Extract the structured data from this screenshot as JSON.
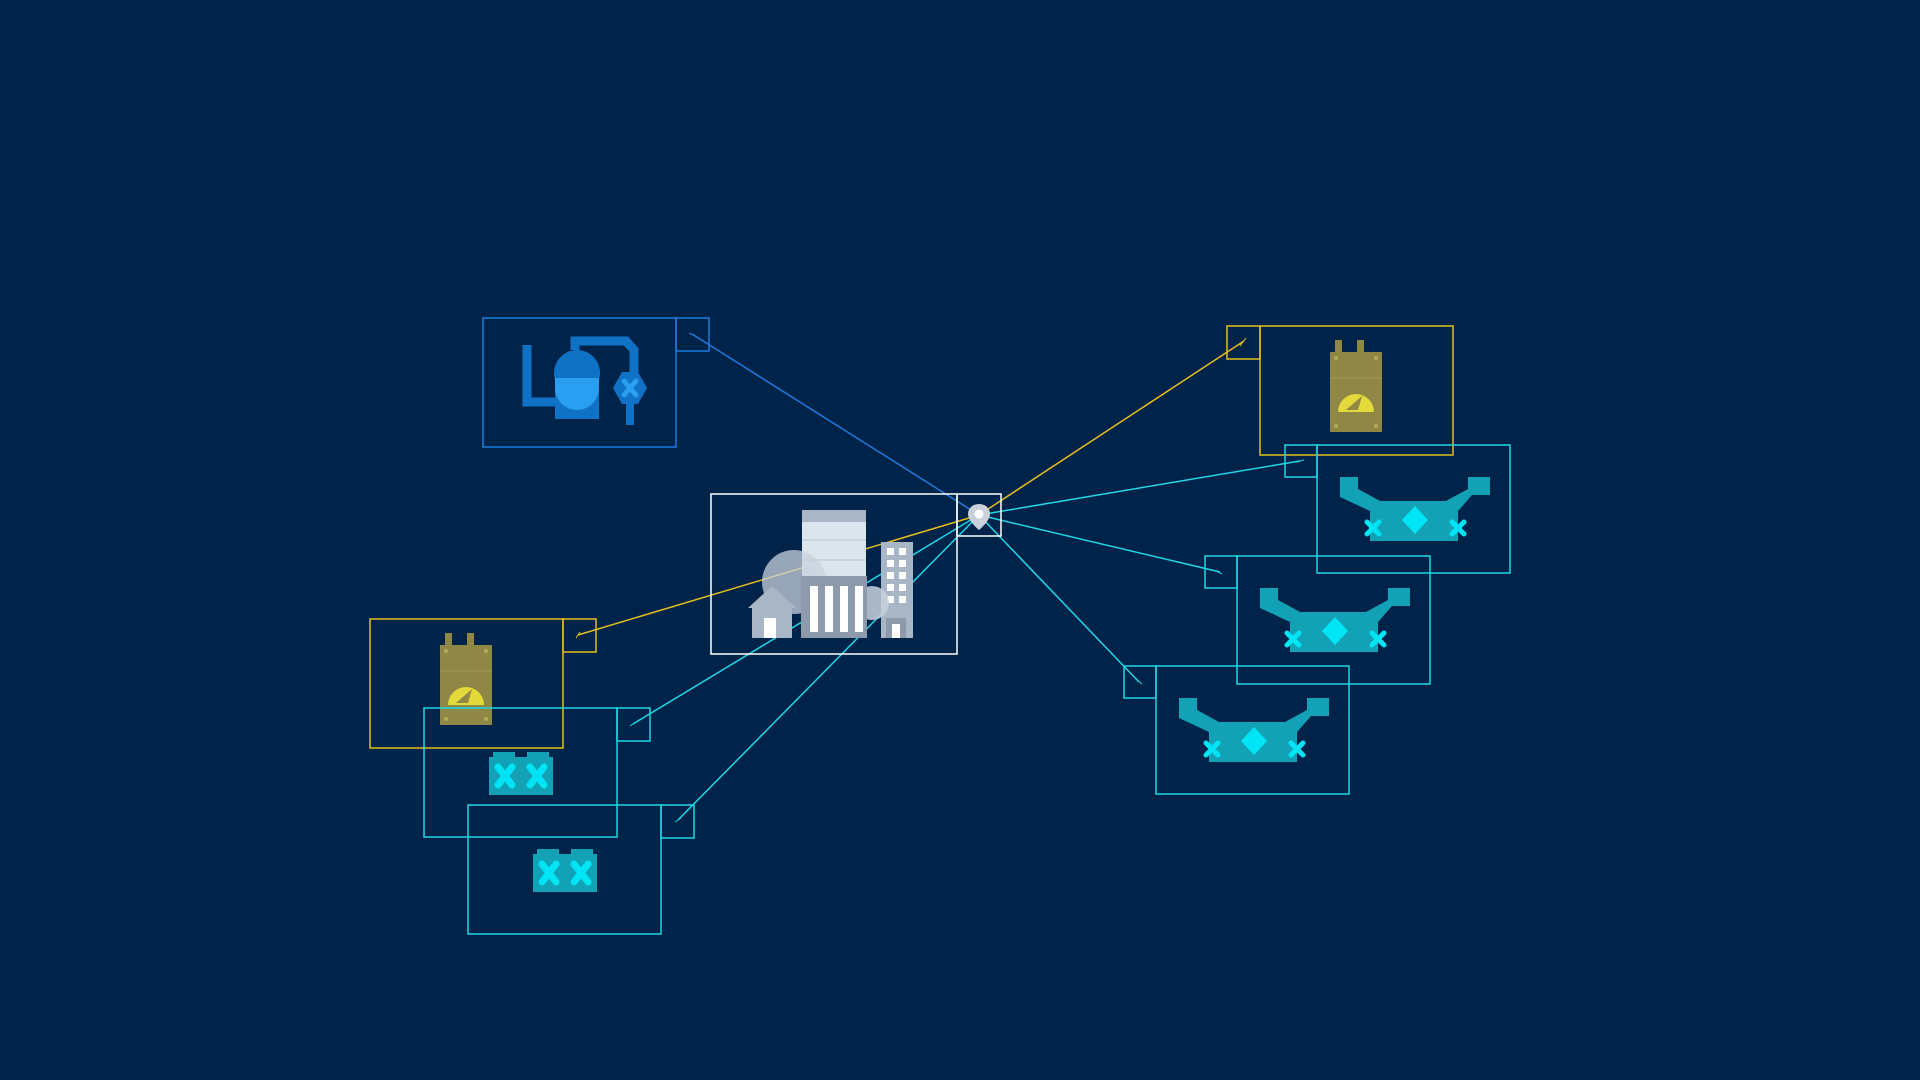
{
  "diagram": {
    "background": "#00234a",
    "colors": {
      "blue": "#1e7bdc",
      "yellow": "#e6be1e",
      "cyan": "#1ed7e6",
      "white": "#ffffff",
      "blue_fill": "#0f72c4",
      "blue_light": "#2a9ef0",
      "gauge_body": "#8f8746",
      "gauge_face": "#e3d93a",
      "tub_fill": "#13a2b5",
      "cyan_bright": "#00e5f5",
      "building_light": "#dce4ee",
      "building_mid": "#a9b6c6"
    },
    "hub": {
      "icon": "location-pin-icon"
    },
    "center_node": {
      "icon": "city-buildings-icon"
    },
    "nodes": [
      {
        "id": "pump-station",
        "icon": "pump-tank-icon",
        "color": "blue"
      },
      {
        "id": "meter-right",
        "icon": "power-meter-icon",
        "color": "yellow"
      },
      {
        "id": "meter-left",
        "icon": "power-meter-icon",
        "color": "yellow"
      },
      {
        "id": "basin-1",
        "icon": "basin-icon",
        "color": "cyan"
      },
      {
        "id": "basin-2",
        "icon": "basin-icon",
        "color": "cyan"
      },
      {
        "id": "basin-3",
        "icon": "basin-icon",
        "color": "cyan"
      },
      {
        "id": "fan-unit-1",
        "icon": "fan-unit-icon",
        "color": "cyan"
      },
      {
        "id": "fan-unit-2",
        "icon": "fan-unit-icon",
        "color": "cyan"
      }
    ]
  }
}
